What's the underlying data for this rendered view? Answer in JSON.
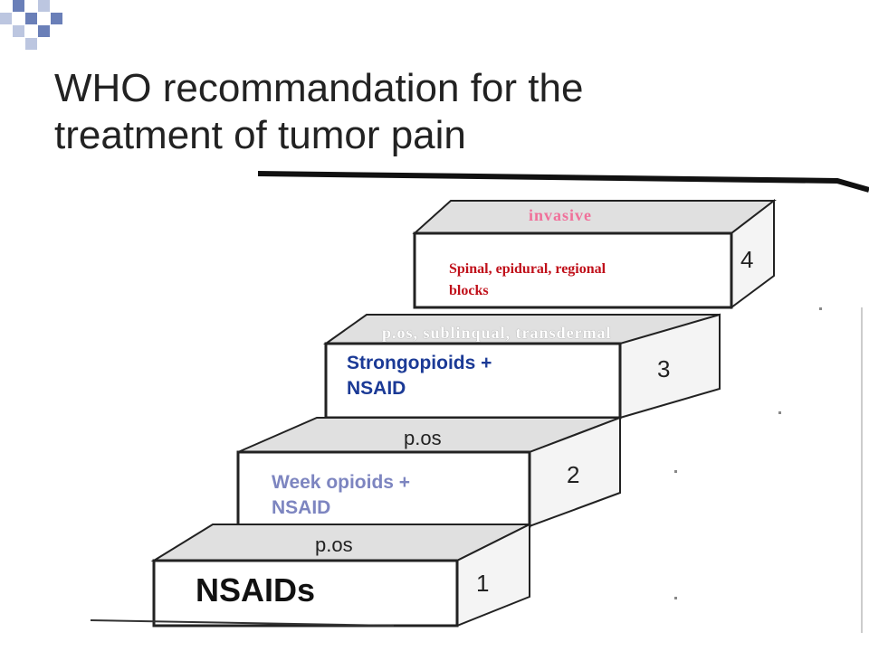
{
  "title": {
    "line1": "WHO recommandation for the",
    "line2": "treatment of tumor pain"
  },
  "steps": [
    {
      "number": "1",
      "top_label": "p.os",
      "drug_label": "NSAIDs"
    },
    {
      "number": "2",
      "top_label": "p.os",
      "drug_label_line1": "Week opioids +",
      "drug_label_line2": "NSAID"
    },
    {
      "number": "3",
      "top_label": "p.os, sublinqual, transdermal",
      "drug_label_line1": "Strongopioids +",
      "drug_label_line2": "NSAID"
    },
    {
      "number": "4",
      "top_label": "invasive",
      "drug_label_line1": "Spinal, epidural, regional",
      "drug_label_line2": "blocks"
    }
  ],
  "colors": {
    "title": "#222222",
    "corner_primary": "#6a7fb8",
    "corner_light": "#bcc6e0",
    "step_top": "#e0e0e0",
    "invasive": "#f0709a",
    "blocks": "#c0101a",
    "strong": "#1b3a96",
    "week": "#7d85c0",
    "nsaids": "#111111"
  }
}
